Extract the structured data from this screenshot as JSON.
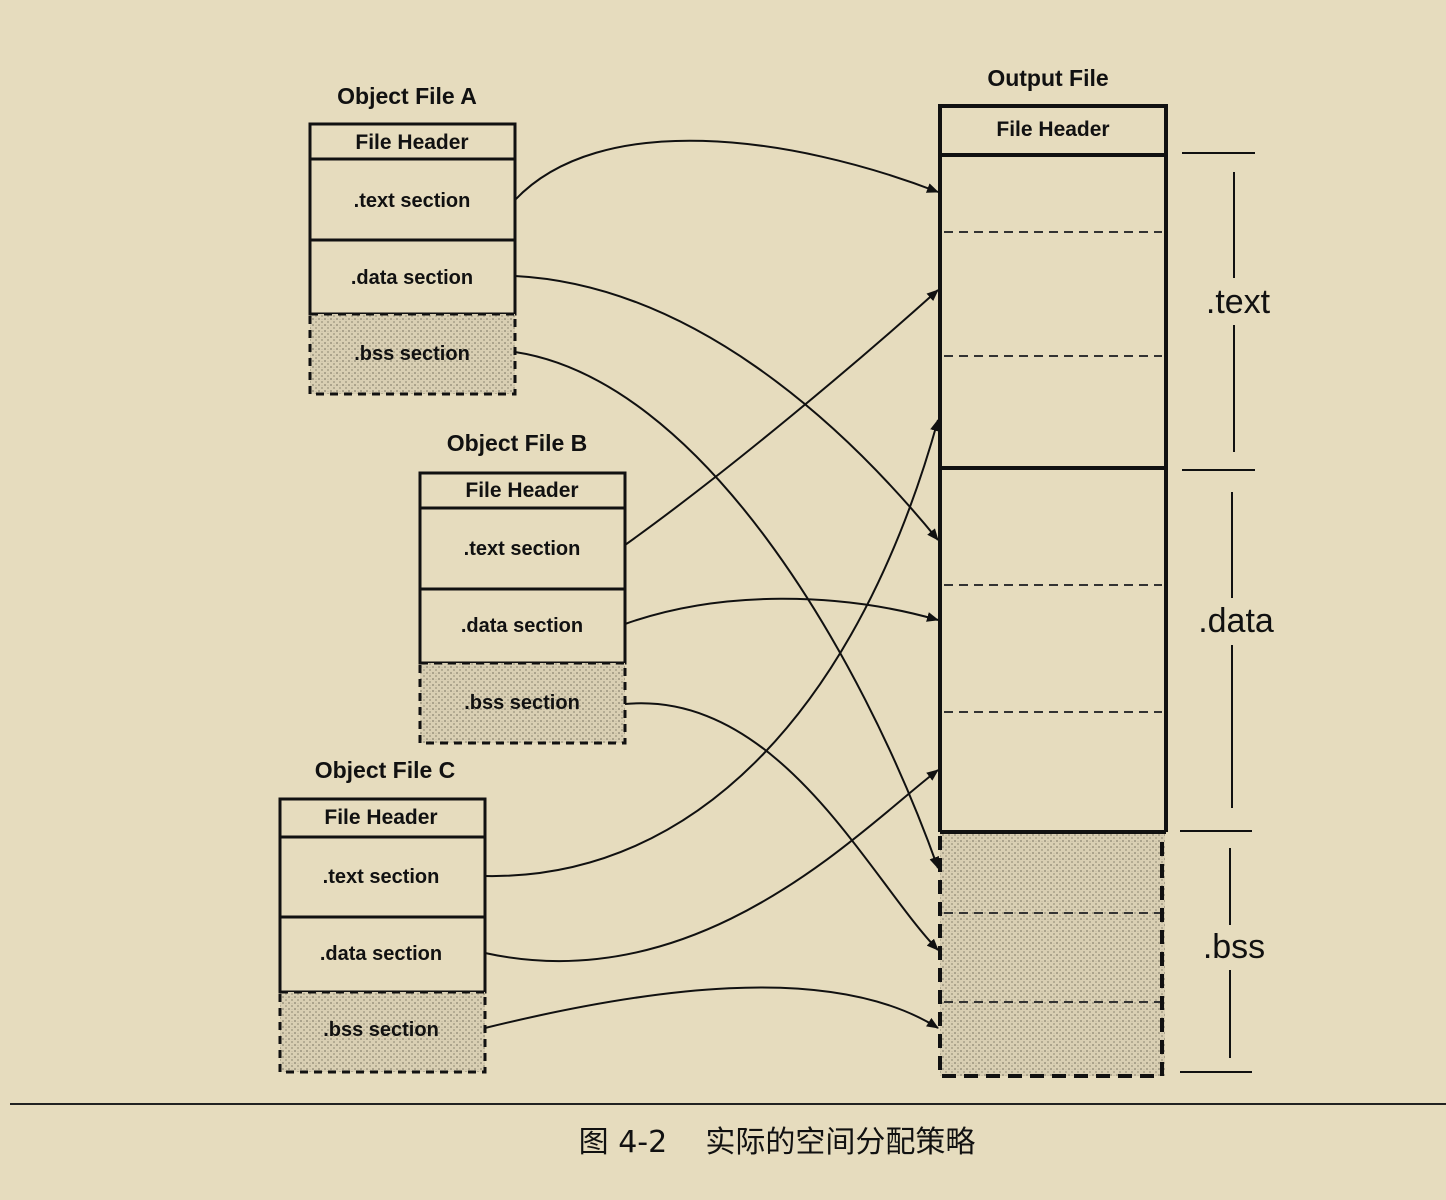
{
  "object_files": [
    {
      "title": "Object File A",
      "header": "File Header",
      "text": ".text section",
      "data": ".data section",
      "bss": ".bss section"
    },
    {
      "title": "Object File B",
      "header": "File Header",
      "text": ".text section",
      "data": ".data section",
      "bss": ".bss section"
    },
    {
      "title": "Object File C",
      "header": "File Header",
      "text": ".text section",
      "data": ".data section",
      "bss": ".bss section"
    }
  ],
  "output_file": {
    "title": "Output File",
    "header": "File Header"
  },
  "segment_labels": {
    "text": ".text",
    "data": ".data",
    "bss": ".bss"
  },
  "caption": "图 4-2    实际的空间分配策略"
}
